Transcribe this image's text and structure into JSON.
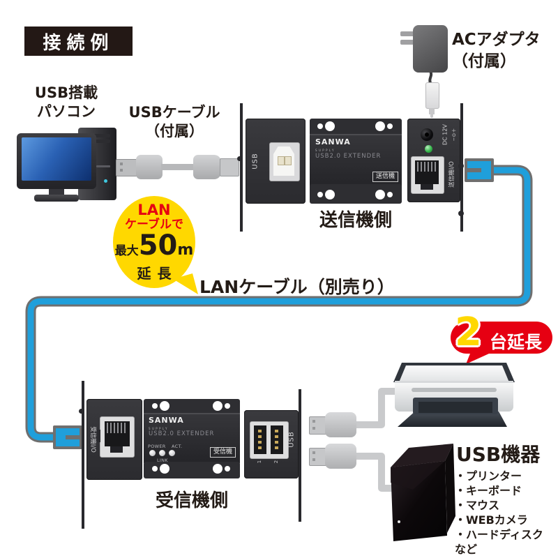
{
  "title_badge": {
    "label": "接続例"
  },
  "pc": {
    "label": [
      "USB搭載",
      "パソコン"
    ]
  },
  "usb_cable": {
    "label": [
      "USBケーブル",
      "（付属）"
    ]
  },
  "ac_adapter": {
    "label": [
      "ACアダプタ",
      "（付属）"
    ]
  },
  "transmitter": {
    "caption": "送信機側",
    "panel_usb_label": "USB",
    "dc_label": "DC 12V",
    "dc_polarity": "−⊙＋",
    "io_label": "送信機I/O",
    "brand": "SANWA",
    "brand_sub": "SUPPLY",
    "model": "USB2.0 EXTENDER",
    "badge": "送信機"
  },
  "extension_bubble": {
    "line1": "LAN",
    "line2": "ケーブルで",
    "max_prefix": "最大",
    "max_value": "50",
    "max_unit": "m",
    "line4": "延長"
  },
  "lan_cable_label": "LANケーブル（別売り）",
  "extend_badge": {
    "number": "2",
    "label": "台延長"
  },
  "receiver": {
    "caption": "受信機側",
    "io_label": "受信機I/O",
    "panel_usb_label": "USB",
    "port_numbers": [
      "1",
      "2"
    ],
    "led_labels": {
      "power": "POWER",
      "act": "ACT.",
      "link": "LINK"
    },
    "brand": "SANWA",
    "brand_sub": "SUPPLY",
    "model": "USB2.0 EXTENDER",
    "badge": "受信機"
  },
  "usb_devices": {
    "title": "USB機器",
    "items": [
      "・プリンター",
      "・キーボード",
      "・マウス",
      "・WEBカメラ",
      "・ハードディスク など"
    ]
  },
  "colors": {
    "lan_cable_blue": "#1f9fdb",
    "cable_outline_gray": "#6f6f6f",
    "bubble_yellow": "#ffd800",
    "badge_red": "#e60012",
    "device_black": "#2f2f33"
  }
}
